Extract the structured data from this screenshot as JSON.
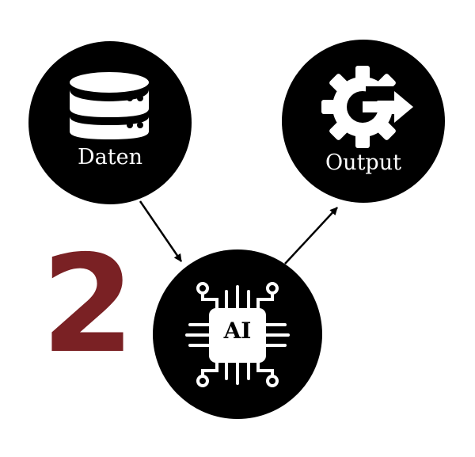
{
  "step_number": "2",
  "colors": {
    "node_fill": "#000000",
    "icon": "#ffffff",
    "step_number": "#7a2124",
    "arrow": "#000000"
  },
  "nodes": {
    "daten": {
      "label": "Daten",
      "icon": "database-icon"
    },
    "output": {
      "label": "Output",
      "icon": "gear-arrow-icon"
    },
    "ai": {
      "label": "AI",
      "icon": "ai-chip-icon"
    }
  },
  "edges": [
    {
      "from": "Daten",
      "to": "AI"
    },
    {
      "from": "AI",
      "to": "Output"
    }
  ]
}
